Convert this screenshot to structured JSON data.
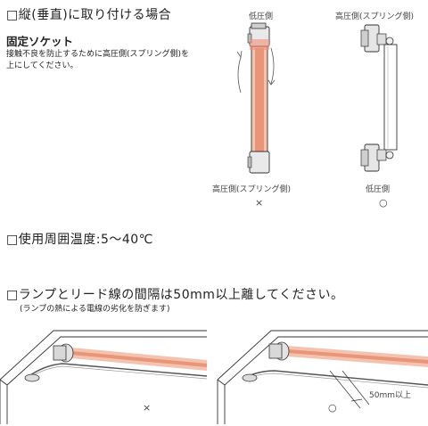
{
  "section1": {
    "title": "□縦(垂直)に取り付ける場合",
    "subtitle": "固定ソケット",
    "note_line1": "接触不良を防止するために高圧側(スプリング側)を",
    "note_line2": "上にしてください。",
    "diagram_wrong": {
      "top_label": "低圧側",
      "bottom_label": "高圧側(スプリング側)",
      "mark": "×"
    },
    "diagram_right": {
      "top_label": "高圧側(スプリング側)",
      "bottom_label": "低圧側",
      "mark": "○"
    }
  },
  "section2": {
    "title": "□使用周囲温度:5〜40℃"
  },
  "section3": {
    "title": "□ランプとリード線の間隔は50mm以上離してください。",
    "note": "(ランプの熱による電線の劣化を防ぎます)",
    "left_mark": "×",
    "right_mark": "○",
    "distance_label": "50mm以上"
  },
  "colors": {
    "lamp_hot": "#e8957a",
    "lamp_glow": "#f4c3b0",
    "socket": "#d9d9d9",
    "line": "#333333"
  }
}
